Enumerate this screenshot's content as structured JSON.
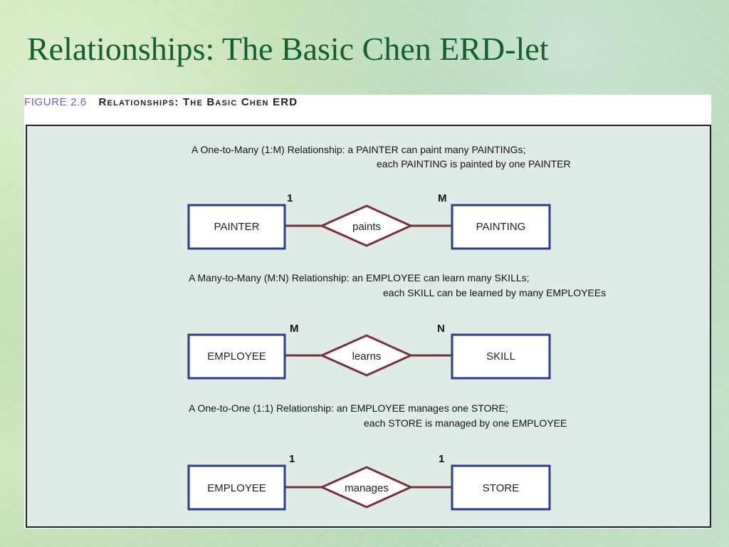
{
  "slide": {
    "title": "Relationships: The Basic Chen ERD-let"
  },
  "figure": {
    "number": "FIGURE 2.6",
    "title": "Relationships: The Basic Chen ERD"
  },
  "relationships": [
    {
      "description_line1": "A One-to-Many (1:M) Relationship: a PAINTER can paint many PAINTINGs;",
      "description_line2": "each PAINTING is painted by one PAINTER",
      "left_entity": "PAINTER",
      "relationship": "paints",
      "right_entity": "PAINTING",
      "left_cardinality": "1",
      "right_cardinality": "M"
    },
    {
      "description_line1": "A Many-to-Many (M:N) Relationship: an EMPLOYEE can learn many SKILLs;",
      "description_line2": "each SKILL can be learned by many EMPLOYEEs",
      "left_entity": "EMPLOYEE",
      "relationship": "learns",
      "right_entity": "SKILL",
      "left_cardinality": "M",
      "right_cardinality": "N"
    },
    {
      "description_line1": "A One-to-One (1:1) Relationship: an EMPLOYEE manages one STORE;",
      "description_line2": "each STORE is managed by one EMPLOYEE",
      "left_entity": "EMPLOYEE",
      "relationship": "manages",
      "right_entity": "STORE",
      "left_cardinality": "1",
      "right_cardinality": "1"
    }
  ],
  "colors": {
    "title": "#14602d",
    "entity_border": "#2b3d8a",
    "relationship_border": "#7a2f3c",
    "connector": "#7a2f3c",
    "panel_fill": "#dfece6",
    "caption_number": "#7a5aa3"
  }
}
